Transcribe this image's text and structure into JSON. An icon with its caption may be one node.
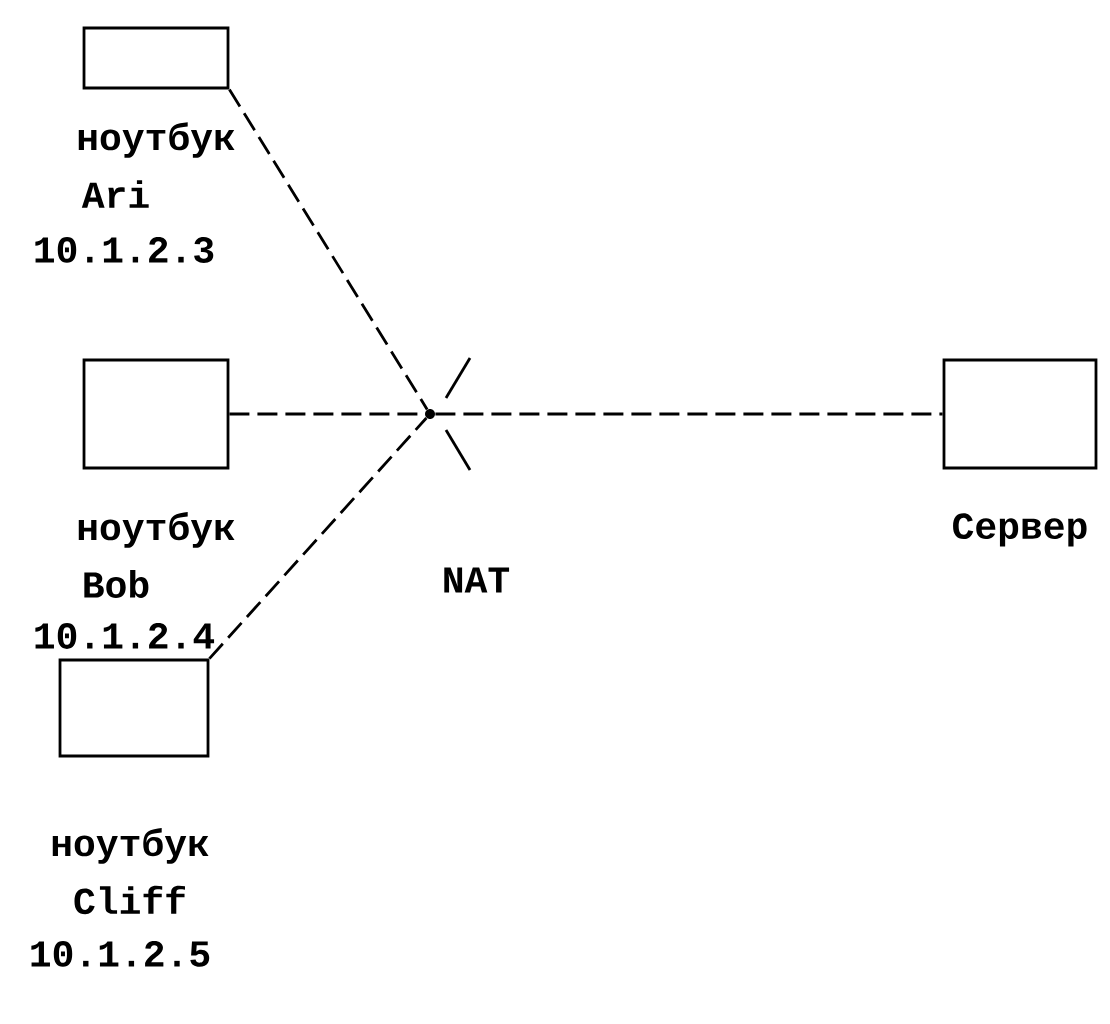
{
  "diagram": {
    "nodes": [
      {
        "text": [
          "ноутбук",
          "Ari",
          "10.1.2.3"
        ]
      },
      {
        "text": [
          "ноутбук",
          "Bob",
          "10.1.2.4"
        ]
      },
      {
        "text": [
          "ноутбук",
          "Cliff",
          "10.1.2.5"
        ]
      },
      {
        "text": [
          "NAT"
        ]
      },
      {
        "text": [
          "Сервер"
        ]
      }
    ],
    "edges": [
      {
        "from": 0,
        "to": 3,
        "arrow": "none"
      },
      {
        "from": 1,
        "to": 3,
        "arrow": "none"
      },
      {
        "from": 2,
        "to": 3,
        "arrow": "none"
      },
      {
        "from": 3,
        "to": 4,
        "arrow": "none"
      }
    ]
  }
}
